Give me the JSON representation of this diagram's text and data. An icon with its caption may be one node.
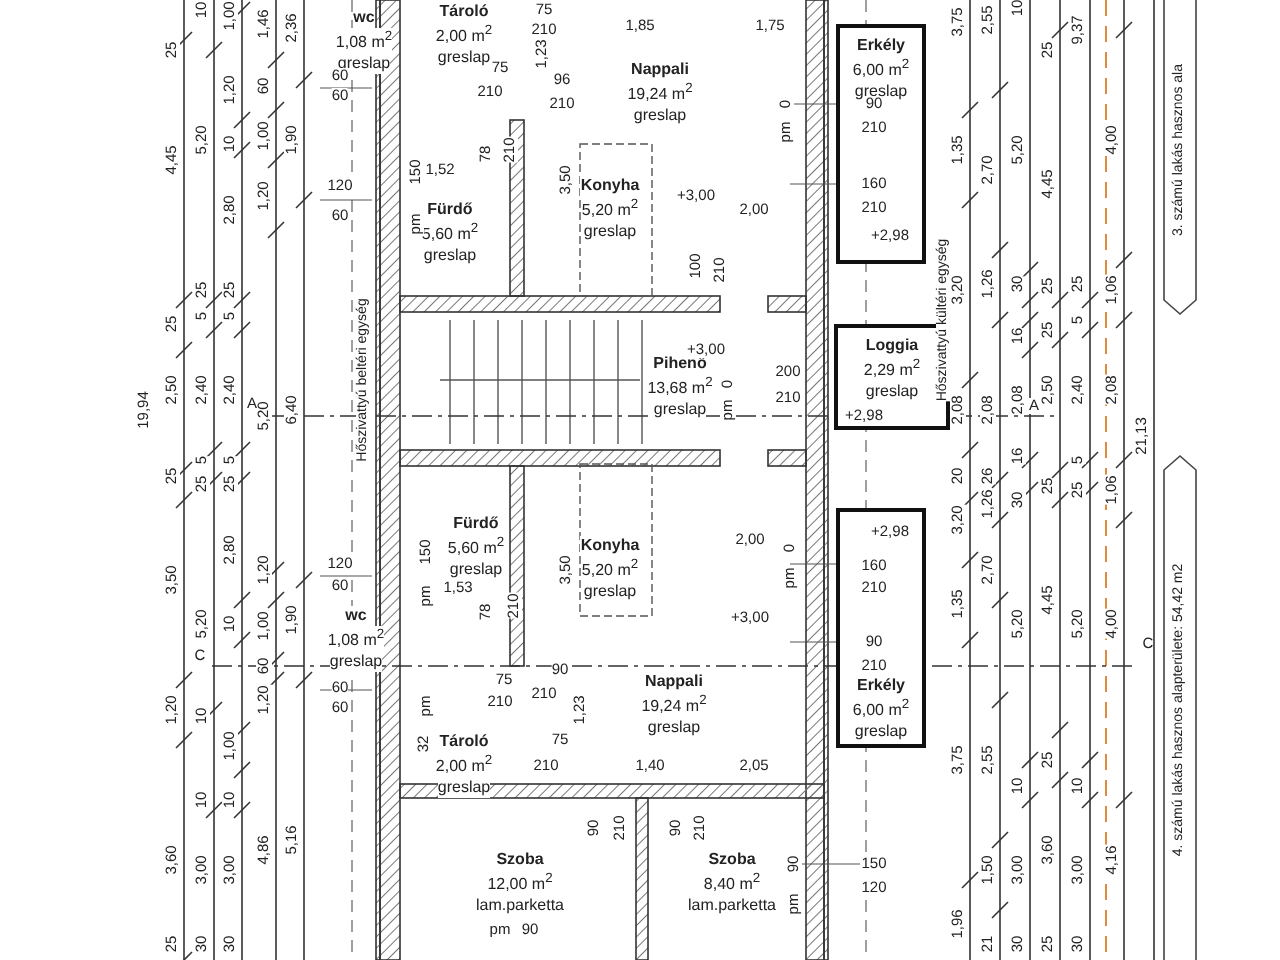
{
  "diagram": {
    "nodes": [
      {
        "text": [
          "Tároló",
          "2,00 m$^{2}$",
          "greslap"
        ]
      },
      {
        "text": [
          "wc",
          "1,08 m$^{2}$",
          "greslap"
        ]
      },
      {
        "text": [
          "Nappali",
          "19,24 m$^{2}$",
          "greslap"
        ]
      },
      {
        "text": [
          "Erkély",
          "6,00 m$^{2}$",
          "greslap"
        ]
      },
      {
        "text": [
          "Konyha",
          "5,20 m$^{2}$",
          "greslap"
        ]
      },
      {
        "text": [
          "Fürdő",
          "5,60 m$^{2}$",
          "greslap"
        ]
      },
      {
        "text": [
          "Pihenő",
          "13,68 m$^{2}$",
          "greslap"
        ]
      },
      {
        "text": [
          "Loggia",
          "2,29 m$^{2}$",
          "greslap"
        ]
      },
      {
        "text": [
          "Fürdő",
          "5,60 m$^{2}$",
          "greslap"
        ]
      },
      {
        "text": [
          "Konyha",
          "5,20 m$^{2}$",
          "greslap"
        ]
      },
      {
        "text": [
          "wc",
          "1,08 m$^{2}$",
          "greslap"
        ]
      },
      {
        "text": [
          "Nappali",
          "19,24 m$^{2}$",
          "greslap"
        ]
      },
      {
        "text": [
          "Erkély",
          "6,00 m$^{2}$",
          "greslap"
        ]
      },
      {
        "text": [
          "Tároló",
          "2,00 m$^{2}$",
          "greslap"
        ]
      },
      {
        "text": [
          "Szoba",
          "12,00 m$^{2}$",
          "lam.parketta"
        ]
      },
      {
        "text": [
          "Szoba",
          "8,40 m$^{2}$",
          "lam.parketta"
        ]
      }
    ],
    "labels": [
      "25",
      "4,45",
      "25",
      "2,50",
      "25",
      "3,50",
      "1,20",
      "3,60",
      "25",
      "10",
      "5,20",
      "25",
      "5",
      "2,40",
      "5",
      "25",
      "5,20",
      "10",
      "10",
      "3,00",
      "30",
      "1,00",
      "1,20",
      "10",
      "2,80",
      "25",
      "5",
      "2,40",
      "5",
      "25",
      "2,80",
      "10",
      "1,00",
      "10",
      "3,00",
      "30",
      "1,46",
      "60",
      "1,00",
      "1,20",
      "5,20",
      "1,20",
      "1,00",
      "60",
      "1,20",
      "4,86",
      "2,36",
      "1,90",
      "6,40",
      "1,90",
      "5,16",
      "19,94",
      "A",
      "C",
      "60",
      "60",
      "120",
      "60",
      "120",
      "60",
      "60",
      "60",
      "Hőszivattyú beltéri egység",
      "1,85",
      "1,75",
      "75",
      "210",
      "75",
      "210",
      "96",
      "210",
      "1,23",
      "1,52",
      "78",
      "210",
      "150",
      "pm",
      "3,50",
      "+3,00",
      "2,00",
      "100",
      "210",
      "pm",
      "0",
      "+3,00",
      "pm",
      "0",
      "200",
      "210",
      "+2,98",
      "90",
      "210",
      "160",
      "210",
      "+2,98",
      "Hőszivattyú kültéri egység",
      "+2,98",
      "160",
      "210",
      "90",
      "210",
      "150",
      "120",
      "2,00",
      "+3,00",
      "pm",
      "0",
      "150",
      "pm",
      "1,53",
      "3,50",
      "78",
      "210",
      "90",
      "pm",
      "75",
      "210",
      "210",
      "1,23",
      "32",
      "75",
      "210",
      "1,40",
      "2,05",
      "90",
      "210",
      "90",
      "210",
      "pm",
      "90",
      "pm",
      "90",
      "3,75",
      "1,35",
      "3,20",
      "2,08",
      "20",
      "3,20",
      "1,35",
      "3,75",
      "1,96",
      "2,55",
      "2,70",
      "1,26",
      "2,08",
      "26",
      "1,26",
      "2,70",
      "2,55",
      "1,50",
      "21",
      "10",
      "5,20",
      "30",
      "16",
      "2,08",
      "16",
      "30",
      "5,20",
      "10",
      "3,00",
      "30",
      "25",
      "4,45",
      "25",
      "25",
      "2,50",
      "25",
      "4,45",
      "25",
      "3,60",
      "25",
      "9,37",
      "25",
      "5",
      "2,40",
      "5",
      "25",
      "5,20",
      "10",
      "3,00",
      "30",
      "4,00",
      "1,06",
      "2,08",
      "1,06",
      "4,00",
      "4,16",
      "21,13",
      "A",
      "C",
      "3. számú lakás hasznos ala",
      "4. számú lakás hasznos alapterülete: 54,42 m2"
    ]
  }
}
